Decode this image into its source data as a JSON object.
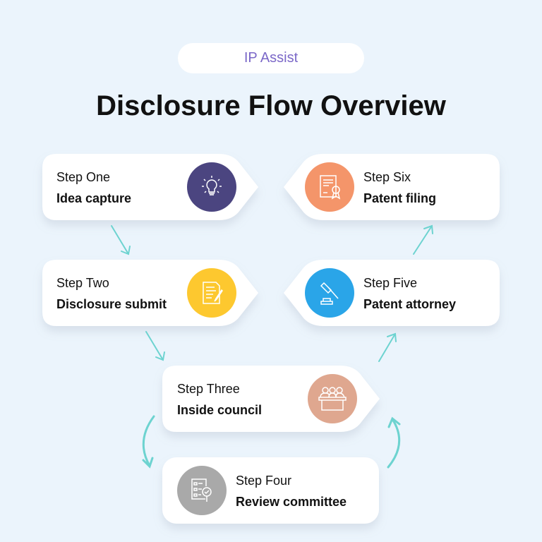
{
  "badge": "IP Assist",
  "title": "Disclosure Flow Overview",
  "steps": [
    {
      "step": "Step One",
      "name": "Idea capture",
      "icon": "lightbulb-icon",
      "color": "#4b4580"
    },
    {
      "step": "Step Two",
      "name": "Disclosure submit",
      "icon": "document-pen-icon",
      "color": "#fdc82f"
    },
    {
      "step": "Step Three",
      "name": "Inside council",
      "icon": "council-icon",
      "color": "#dfa78f"
    },
    {
      "step": "Step Four",
      "name": "Review committee",
      "icon": "checklist-magnifier-icon",
      "color": "#a9a9a9"
    },
    {
      "step": "Step Five",
      "name": "Patent attorney",
      "icon": "gavel-icon",
      "color": "#2aa5e8"
    },
    {
      "step": "Step Six",
      "name": "Patent filing",
      "icon": "certificate-icon",
      "color": "#f4956a"
    }
  ],
  "arrow_color": "#6dd3d0"
}
